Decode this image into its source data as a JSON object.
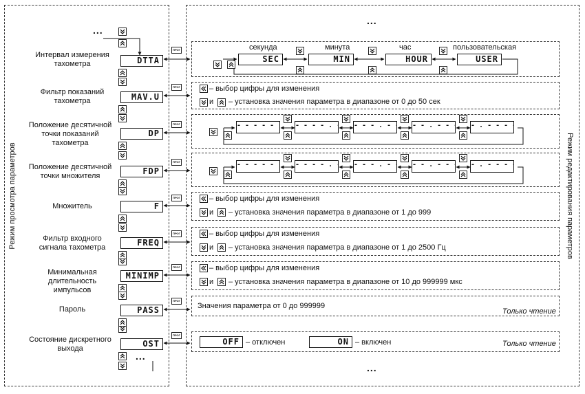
{
  "left_panel_title": "Режим просмотра параметров",
  "right_panel_title": "Режим редактирования параметров",
  "ellipsis": "...",
  "prog_key": "ПРОГ",
  "rows": [
    {
      "label": "Интервал измерения\nтахометра",
      "display": "DTTA"
    },
    {
      "label": "Фильтр показаний\nтахометра",
      "display": "MAV.U"
    },
    {
      "label": "Положение десятичной\nточки показаний\nтахометра",
      "display": "DP"
    },
    {
      "label": "Положение десятичной\nточки множителя",
      "display": "FDP"
    },
    {
      "label": "Множитель",
      "display": "F"
    },
    {
      "label": "Фильтр входного\nсигнала тахометра",
      "display": "FREQ"
    },
    {
      "label": "Минимальная\nдлительность\nимпульсов",
      "display": "MINIMP"
    },
    {
      "label": "Пароль",
      "display": "PASS"
    },
    {
      "label": "Состояние дискретного\nвыхода",
      "display": "OST"
    }
  ],
  "interval": {
    "options": [
      {
        "caption": "секунда",
        "display": "SEC"
      },
      {
        "caption": "минута",
        "display": "MIN"
      },
      {
        "caption": "час",
        "display": "HOUR"
      },
      {
        "caption": "пользовательская",
        "display": "USER"
      }
    ]
  },
  "digit_select": "– выбор цифры для изменения",
  "and_word": "и",
  "ranges": {
    "mav": "– установка значения параметра в диапазоне от 0 до 50 сек",
    "f": "– установка значения параметра в диапазоне от 1 до 999",
    "freq": "– установка значения параметра в диапазоне от 1 до 2500 Гц",
    "minimp": "– установка значения параметра в диапазоне от 10 до 999999 мкс"
  },
  "dp_patterns": [
    "- - - - - .",
    "- - - - . -",
    "- - - . - -",
    "- - . - - -",
    "- . - - - -"
  ],
  "password_text": "Значения параметра от 0 до 999999",
  "read_only": "Только чтение",
  "ost": {
    "off_display": "OFF",
    "off_text": "– отключен",
    "on_display": "ON",
    "on_text": "– включен"
  }
}
